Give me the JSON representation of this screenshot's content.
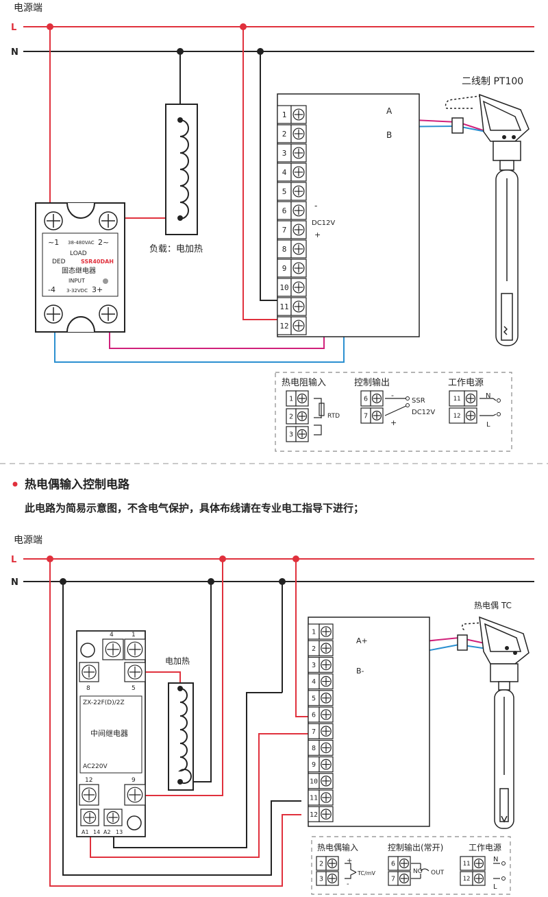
{
  "colors": {
    "live": "#e0303c",
    "neutral": "#222222",
    "pink": "#d0207a",
    "blue": "#2a8fd0",
    "bullet": "#e0303c"
  },
  "top": {
    "power_label": "电源端",
    "L": "L",
    "N": "N",
    "load_label": "负载：电加热",
    "sensor_label": "二线制 PT100",
    "wire_a": "A",
    "wire_b": "B",
    "dc_minus": "-",
    "dc_label": "DC12V",
    "dc_plus": "+",
    "terminal_numbers": [
      "1",
      "2",
      "3",
      "4",
      "5",
      "6",
      "7",
      "8",
      "9",
      "10",
      "11",
      "12"
    ],
    "ssr": {
      "ac_left": "~1",
      "ac_range": "38-480VAC",
      "ac_right": "2~",
      "load": "LOAD",
      "brand": "DED",
      "model": "SSR40DAH",
      "name": "固态继电器",
      "input": "INPUT",
      "dc_left": "-4",
      "dc_range": "3-32VDC",
      "dc_right": "3+"
    },
    "legend": {
      "rtd_title": "热电阻输入",
      "ctrl_title": "控制输出",
      "power_title": "工作电源",
      "rtd": "RTD",
      "ssr": "SSR",
      "dc": "DC12V",
      "minus": "-",
      "plus": "+",
      "N": "N",
      "L": "L",
      "rtd_terms": [
        "1",
        "2",
        "3"
      ],
      "ctrl_terms": [
        "6",
        "7"
      ],
      "power_terms": [
        "11",
        "12"
      ]
    }
  },
  "section": {
    "title": "热电偶输入控制电路",
    "subtitle": "此电路为简易示意图，不含电气保护，具体布线请在专业电工指导下进行；"
  },
  "bottom": {
    "power_label": "电源端",
    "L": "L",
    "N": "N",
    "heater_label": "电加热",
    "sensor_label": "热电偶 TC",
    "wire_a": "A+",
    "wire_b": "B-",
    "terminal_numbers": [
      "1",
      "2",
      "3",
      "4",
      "5",
      "6",
      "7",
      "8",
      "9",
      "10",
      "11",
      "12"
    ],
    "relay": {
      "t4": "4",
      "t1": "1",
      "t8": "8",
      "t5": "5",
      "model": "ZX-22F(D)/2Z",
      "name": "中间继电器",
      "voltage": "AC220V",
      "t12": "12",
      "t9": "9",
      "a1": "A1",
      "t14": "14",
      "a2": "A2",
      "t13": "13"
    },
    "legend": {
      "tc_title": "热电偶输入",
      "ctrl_title": "控制输出(常开)",
      "power_title": "工作电源",
      "tc": "TC/mV",
      "no": "NO",
      "out": "OUT",
      "plus": "+",
      "minus": "-",
      "N": "N",
      "L": "L",
      "tc_terms": [
        "2",
        "3"
      ],
      "ctrl_terms": [
        "6",
        "7"
      ],
      "power_terms": [
        "11",
        "12"
      ]
    }
  }
}
